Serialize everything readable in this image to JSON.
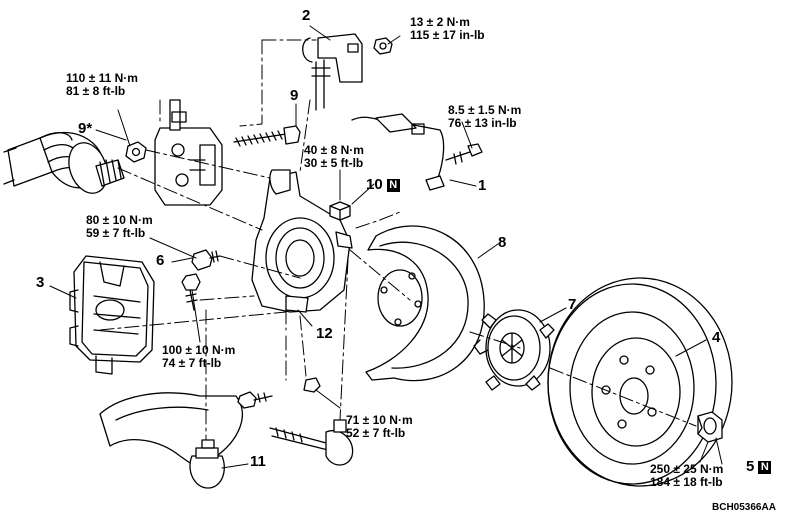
{
  "figure_code": "BCH05366AA",
  "nut_marker": "N",
  "callouts": {
    "c1": "1",
    "c2": "2",
    "c3": "3",
    "c4": "4",
    "c5": "5",
    "c6": "6",
    "c7": "7",
    "c8": "8",
    "c9a": "9",
    "c9b": "9*",
    "c10": "10",
    "c11": "11",
    "c12": "12"
  },
  "torques": {
    "t_2_nm": "13 ± 2 N·m",
    "t_2_in": "115 ± 17 in-lb",
    "t_9b_nm": "110 ± 11 N·m",
    "t_9b_ft": "81 ± 8 ft-lb",
    "t_1_nm": "8.5 ± 1.5 N·m",
    "t_1_in": "76 ± 13 in-lb",
    "t_10_nm": "40 ± 8 N·m",
    "t_10_ft": "30 ± 5 ft-lb",
    "t_6_nm": "80 ± 10 N·m",
    "t_6_ft": "59 ± 7 ft-lb",
    "t_3_nm": "100 ± 10 N·m",
    "t_3_ft": "74 ± 7 ft-lb",
    "t_11_nm": "71 ± 10 N·m",
    "t_11_ft": "52 ± 7 ft-lb",
    "t_5_nm": "250 ± 25 N·m",
    "t_5_ft": "184 ± 18 ft-lb"
  }
}
